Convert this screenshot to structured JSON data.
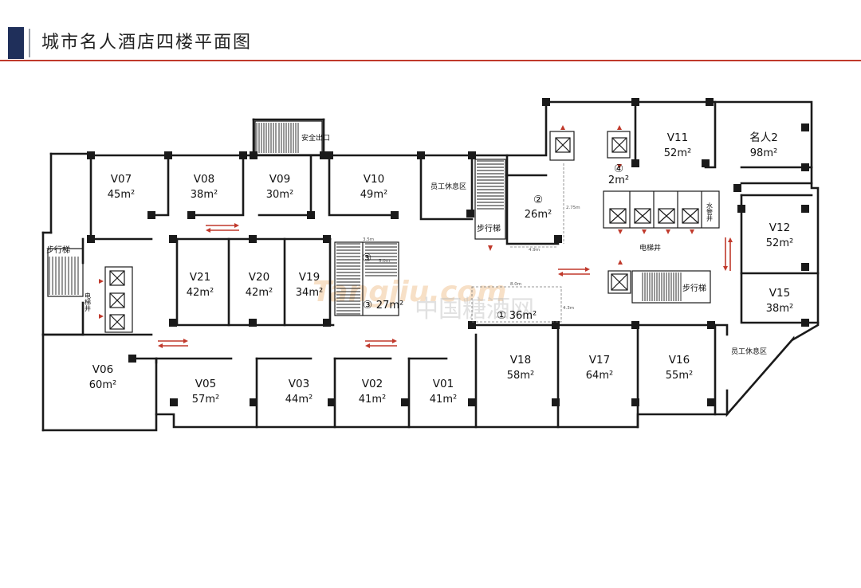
{
  "title": "城市名人酒店四楼平面图",
  "rooms": [
    {
      "id": "V07",
      "area": "45m²"
    },
    {
      "id": "V08",
      "area": "38m²"
    },
    {
      "id": "V09",
      "area": "30m²"
    },
    {
      "id": "V10",
      "area": "49m²"
    },
    {
      "id": "V11",
      "area": "52m²"
    },
    {
      "id": "名人2",
      "area": "98m²"
    },
    {
      "id": "V12",
      "area": "52m²"
    },
    {
      "id": "V15",
      "area": "38m²"
    },
    {
      "id": "V21",
      "area": "42m²"
    },
    {
      "id": "V20",
      "area": "42m²"
    },
    {
      "id": "V19",
      "area": "34m²"
    },
    {
      "id": "V06",
      "area": "60m²"
    },
    {
      "id": "V05",
      "area": "57m²"
    },
    {
      "id": "V03",
      "area": "44m²"
    },
    {
      "id": "V02",
      "area": "41m²"
    },
    {
      "id": "V01",
      "area": "41m²"
    },
    {
      "id": "V18",
      "area": "58m²"
    },
    {
      "id": "V17",
      "area": "64m²"
    },
    {
      "id": "V16",
      "area": "55m²"
    }
  ],
  "numbered_spaces": [
    {
      "num": "②",
      "area": "26m²"
    },
    {
      "num": "④",
      "area": "2m²"
    },
    {
      "num": "③",
      "area": ""
    },
    {
      "num": "③",
      "area": "27m²"
    },
    {
      "num": "①",
      "area": "36m²"
    }
  ],
  "labels": {
    "stair_left": "步行梯",
    "stair_center": "步行梯",
    "stair_right": "步行梯",
    "elevator_left": "电梯井",
    "elevator_shaft": "电梯井",
    "water_shaft": "水管井",
    "staff_rest_top": "员工休息区",
    "staff_rest_right": "员工休息区",
    "safety_exit": "安全出口"
  },
  "dimensions": {
    "d1": "3.5m",
    "d2": "5.0m",
    "d3": "8.0m",
    "d4": "4.9m",
    "d5": "2.75m",
    "d6": "4.3m"
  },
  "watermark": {
    "latin": "Tangjiu.com",
    "cn": "中国糖酒网"
  },
  "colors": {
    "accent_navy": "#1f2f5a",
    "rule_red": "#c0392b",
    "flow_arrow": "#c0392b"
  }
}
